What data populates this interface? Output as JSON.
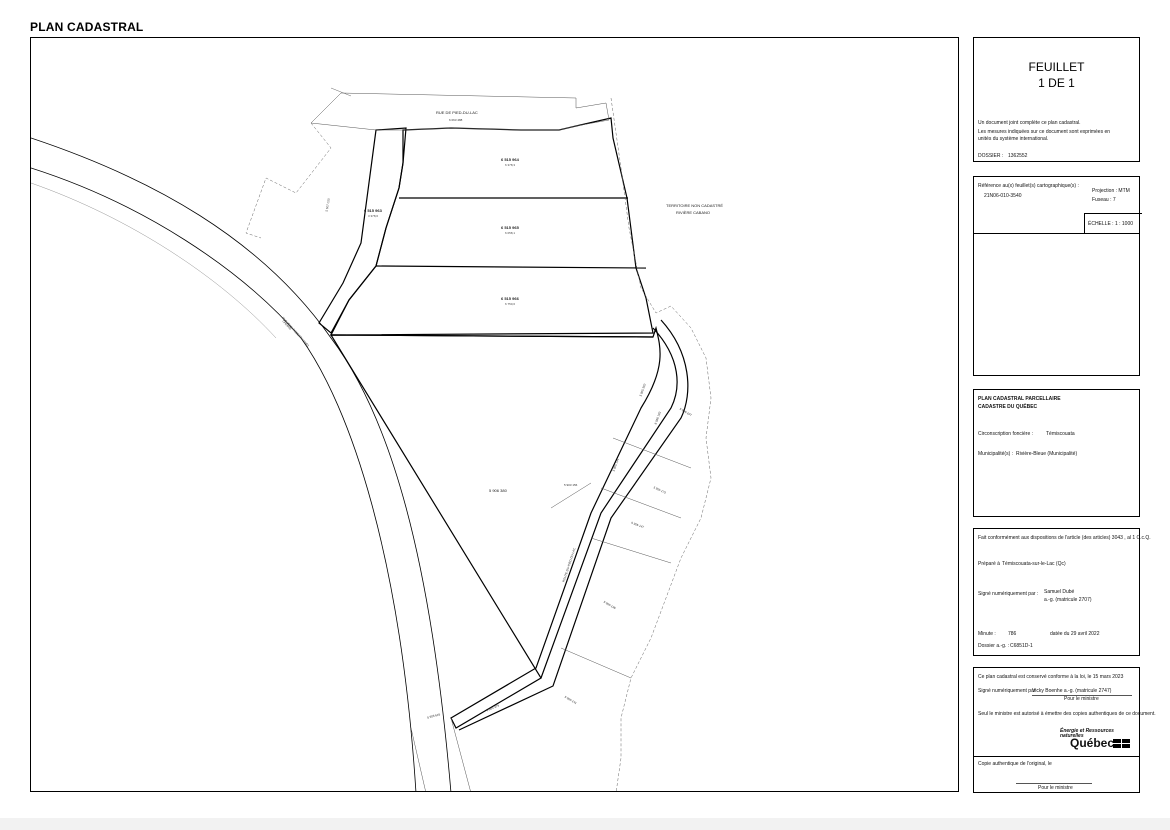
{
  "header": {
    "title": "PLAN CADASTRAL"
  },
  "feuillet": {
    "title": "FEUILLET",
    "pages": "1  DE 1",
    "note1": "Un document joint complète ce plan cadastral.",
    "note2": "Les mesures indiquées sur ce document sont exprimées en",
    "note3": "unités du système international.",
    "dossier_label": "DOSSIER :",
    "dossier_value": "1362552"
  },
  "reference": {
    "label": "Référence au(x) feuillet(s) cartographique(s) :",
    "value": "21N06-010-3540",
    "projection": "Projection : MTM",
    "fuseau": "Fuseau :   7",
    "echelle": "ÉCHELLE :  1 : 1000"
  },
  "plan_info": {
    "line1": "PLAN CADASTRAL PARCELLAIRE",
    "line2": "CADASTRE DU QUÉBEC",
    "circ_label": "Circonscription foncière :",
    "circ_value": "Témiscouata",
    "muni_label": "Municipalité(s) :",
    "muni_value": "Rivière-Bleue (Municipalité)"
  },
  "preparation": {
    "fait": "Fait conformément aux dispositions de l'article (des articles)  3043 , al 1 C.c.Q.",
    "prepare_label": "Préparé à",
    "prepare_value": "Témiscouata-sur-le-Lac (Qc)",
    "signe_label": "Signé numériquement par :",
    "signe_name": "Samuel Dubé",
    "signe_title": "a.-g. (matricule 2707)",
    "minute_label": "Minute :",
    "minute_value": "786",
    "datee": "datée du  29 avril 2022",
    "dossier_label": "Dossier a.-g. :",
    "dossier_value": "C6851D-1"
  },
  "conformity": {
    "line1": "Ce plan cadastral est conservé conforme à la loi, le 15 mars 2023",
    "signe_label": "Signé numériquement par :",
    "signe_value": "Vicky Boenhe a.-g. (matricule 2747)",
    "pour": "Pour le ministre",
    "line3": "Seul le ministre est autorisé à émettre des copies authentiques de ce document.",
    "logo_line1": "Énergie et Ressources",
    "logo_line2": "naturelles",
    "logo_word": "Québec"
  },
  "copie": {
    "label": "Copie authentique de l'original, le",
    "pour": "Pour le ministre"
  },
  "map": {
    "rue_lac": "RUE DE PIED-DU-LAC",
    "rue_lac_num": "6 063 488",
    "territoire1": "TERRITOIRE NON CADASTRÉ",
    "territoire2": "RIVIÈRE CABANO",
    "lot1": "6 515 964",
    "lot1_area": "6 378,3",
    "lot2": "6 515 965",
    "lot2_area": "6 058,1",
    "lot3": "6 515 966",
    "lot3_area": "6 750,6",
    "lot4": "6 515 963",
    "lot4_area": "3 378,6",
    "left_lot": "5 607 010",
    "chemin1": "CHEMIN",
    "chemin2": "RUE JEAN-ROBERT-HAMEL",
    "big_lot": "5 906 380",
    "road_lot": "5 903 156",
    "road_name": "ROUTE-DU-PIED-DU-LAC",
    "r1": "5 905 302",
    "r2": "6 086 183",
    "r3": "5 906 107",
    "r4": "5 905 134",
    "r5": "5 905 173",
    "r6": "5 906 147",
    "r7": "5 905 136",
    "r8": "5 905 141",
    "r9": "5 905 379",
    "r10": "5 905 616"
  }
}
